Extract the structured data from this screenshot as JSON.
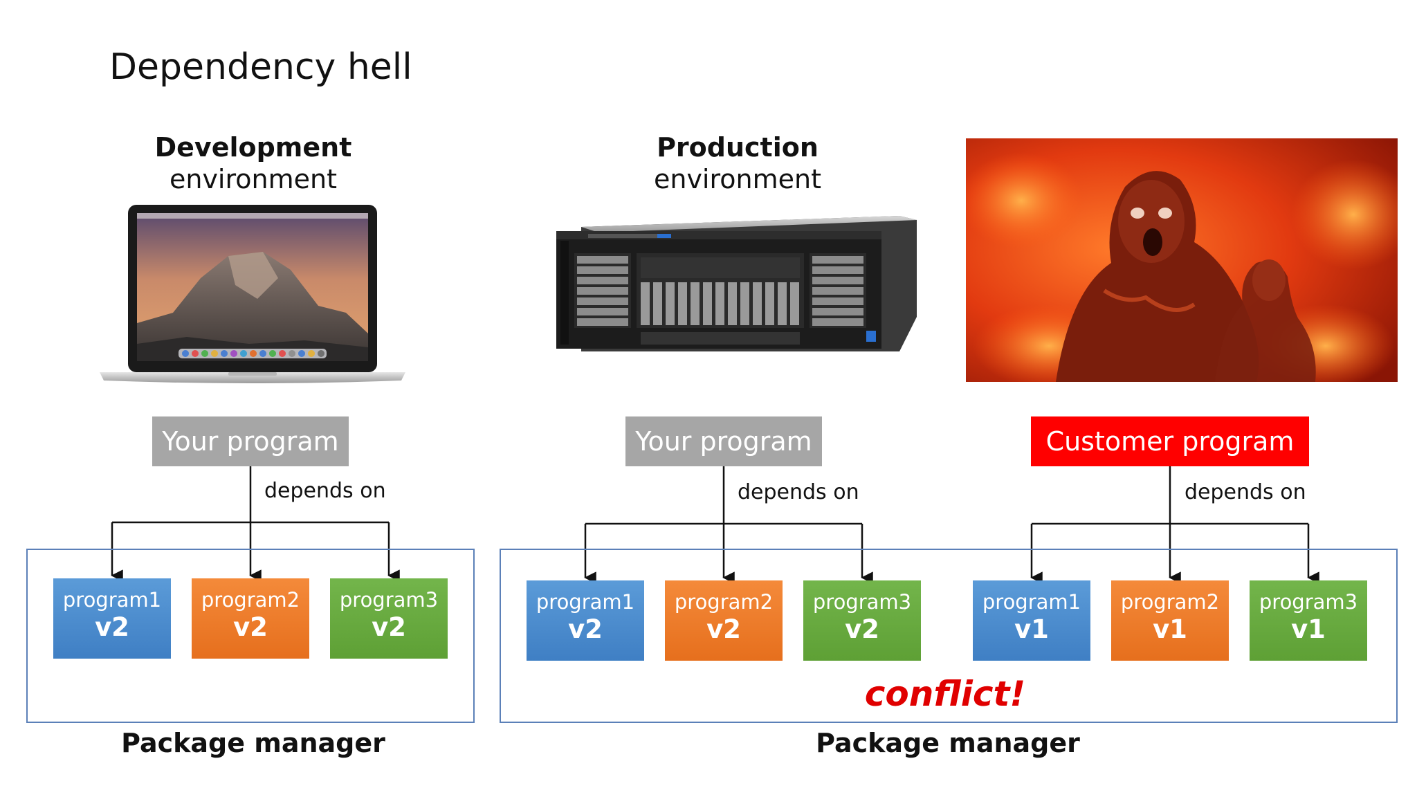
{
  "title": "Dependency hell",
  "environments": {
    "development": {
      "bold": "Development",
      "normal": "environment"
    },
    "production": {
      "bold": "Production",
      "normal": "environment"
    }
  },
  "programs": {
    "dev": "Your program",
    "prod": "Your program",
    "customer": "Customer program"
  },
  "depends_on": "depends on",
  "packages": {
    "dev": [
      {
        "name": "program1",
        "version": "v2",
        "color": "#4a8fd0"
      },
      {
        "name": "program2",
        "version": "v2",
        "color": "#ed7d31"
      },
      {
        "name": "program3",
        "version": "v2",
        "color": "#6aac43"
      }
    ],
    "prod_yours": [
      {
        "name": "program1",
        "version": "v2",
        "color": "#4a8fd0"
      },
      {
        "name": "program2",
        "version": "v2",
        "color": "#ed7d31"
      },
      {
        "name": "program3",
        "version": "v2",
        "color": "#6aac43"
      }
    ],
    "prod_customer": [
      {
        "name": "program1",
        "version": "v1",
        "color": "#4a8fd0"
      },
      {
        "name": "program2",
        "version": "v1",
        "color": "#ed7d31"
      },
      {
        "name": "program3",
        "version": "v1",
        "color": "#6aac43"
      }
    ]
  },
  "package_manager": "Package manager",
  "conflict": "conflict!",
  "colors": {
    "your_program": "#a6a6a6",
    "customer_program": "#ff0000",
    "frame": "#5b80b8",
    "conflict": "#e00000"
  }
}
